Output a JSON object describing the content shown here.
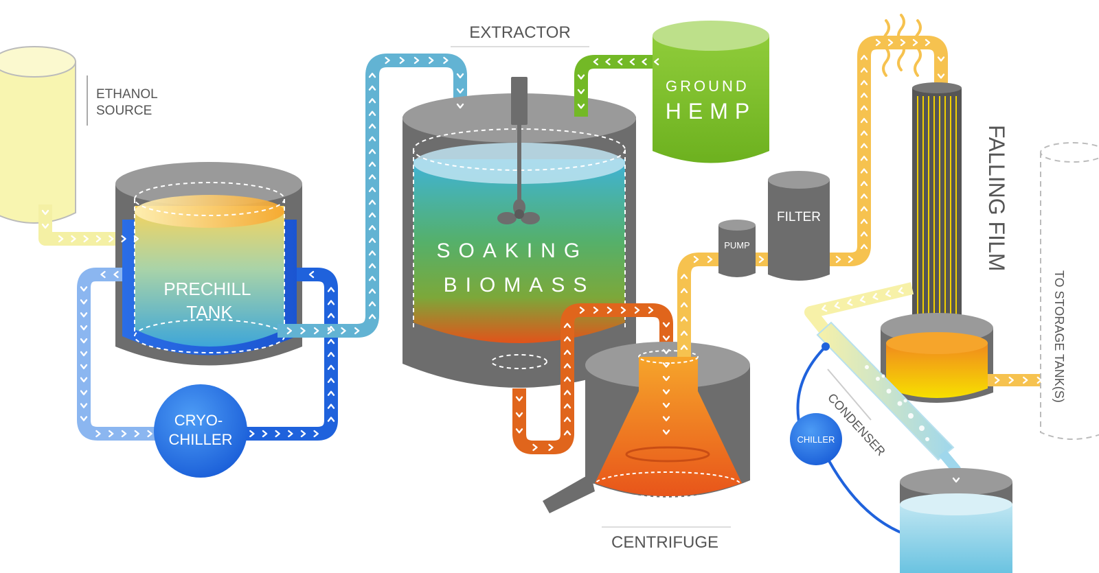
{
  "labels": {
    "ethanol_source": [
      "ETHANOL",
      "SOURCE"
    ],
    "prechill_tank": [
      "PRECHILL",
      "TANK"
    ],
    "cryo_chiller": [
      "CRYO-",
      "CHILLER"
    ],
    "extractor": "EXTRACTOR",
    "ground_hemp": [
      "GROUND",
      "HEMP"
    ],
    "soaking_biomass": [
      "SOAKING",
      "BIOMASS"
    ],
    "pump": "PUMP",
    "filter": "FILTER",
    "centrifuge": "CENTRIFUGE",
    "falling_film": "FALLING FILM",
    "chiller": "CHILLER",
    "condenser": "CONDENSER",
    "to_storage": "TO STORAGE TANK(S)"
  },
  "colors": {
    "ethanol": "#F6F3A4",
    "cold_blue": "#1F6FE0",
    "light_blue_pipe": "#8BB6F0",
    "cyan_pipe": "#5FB4D4",
    "hemp_green": "#76BC21",
    "orange_pipe": "#E06A1E",
    "yellow_pipe": "#F6C14E",
    "vessel_gray": "#6E6E6E",
    "vessel_top": "#9A9A9A",
    "label_gray": "#555555"
  },
  "icons": [
    "agitator-propeller-icon",
    "heat-wave-icon",
    "chevron-arrow-icon"
  ]
}
